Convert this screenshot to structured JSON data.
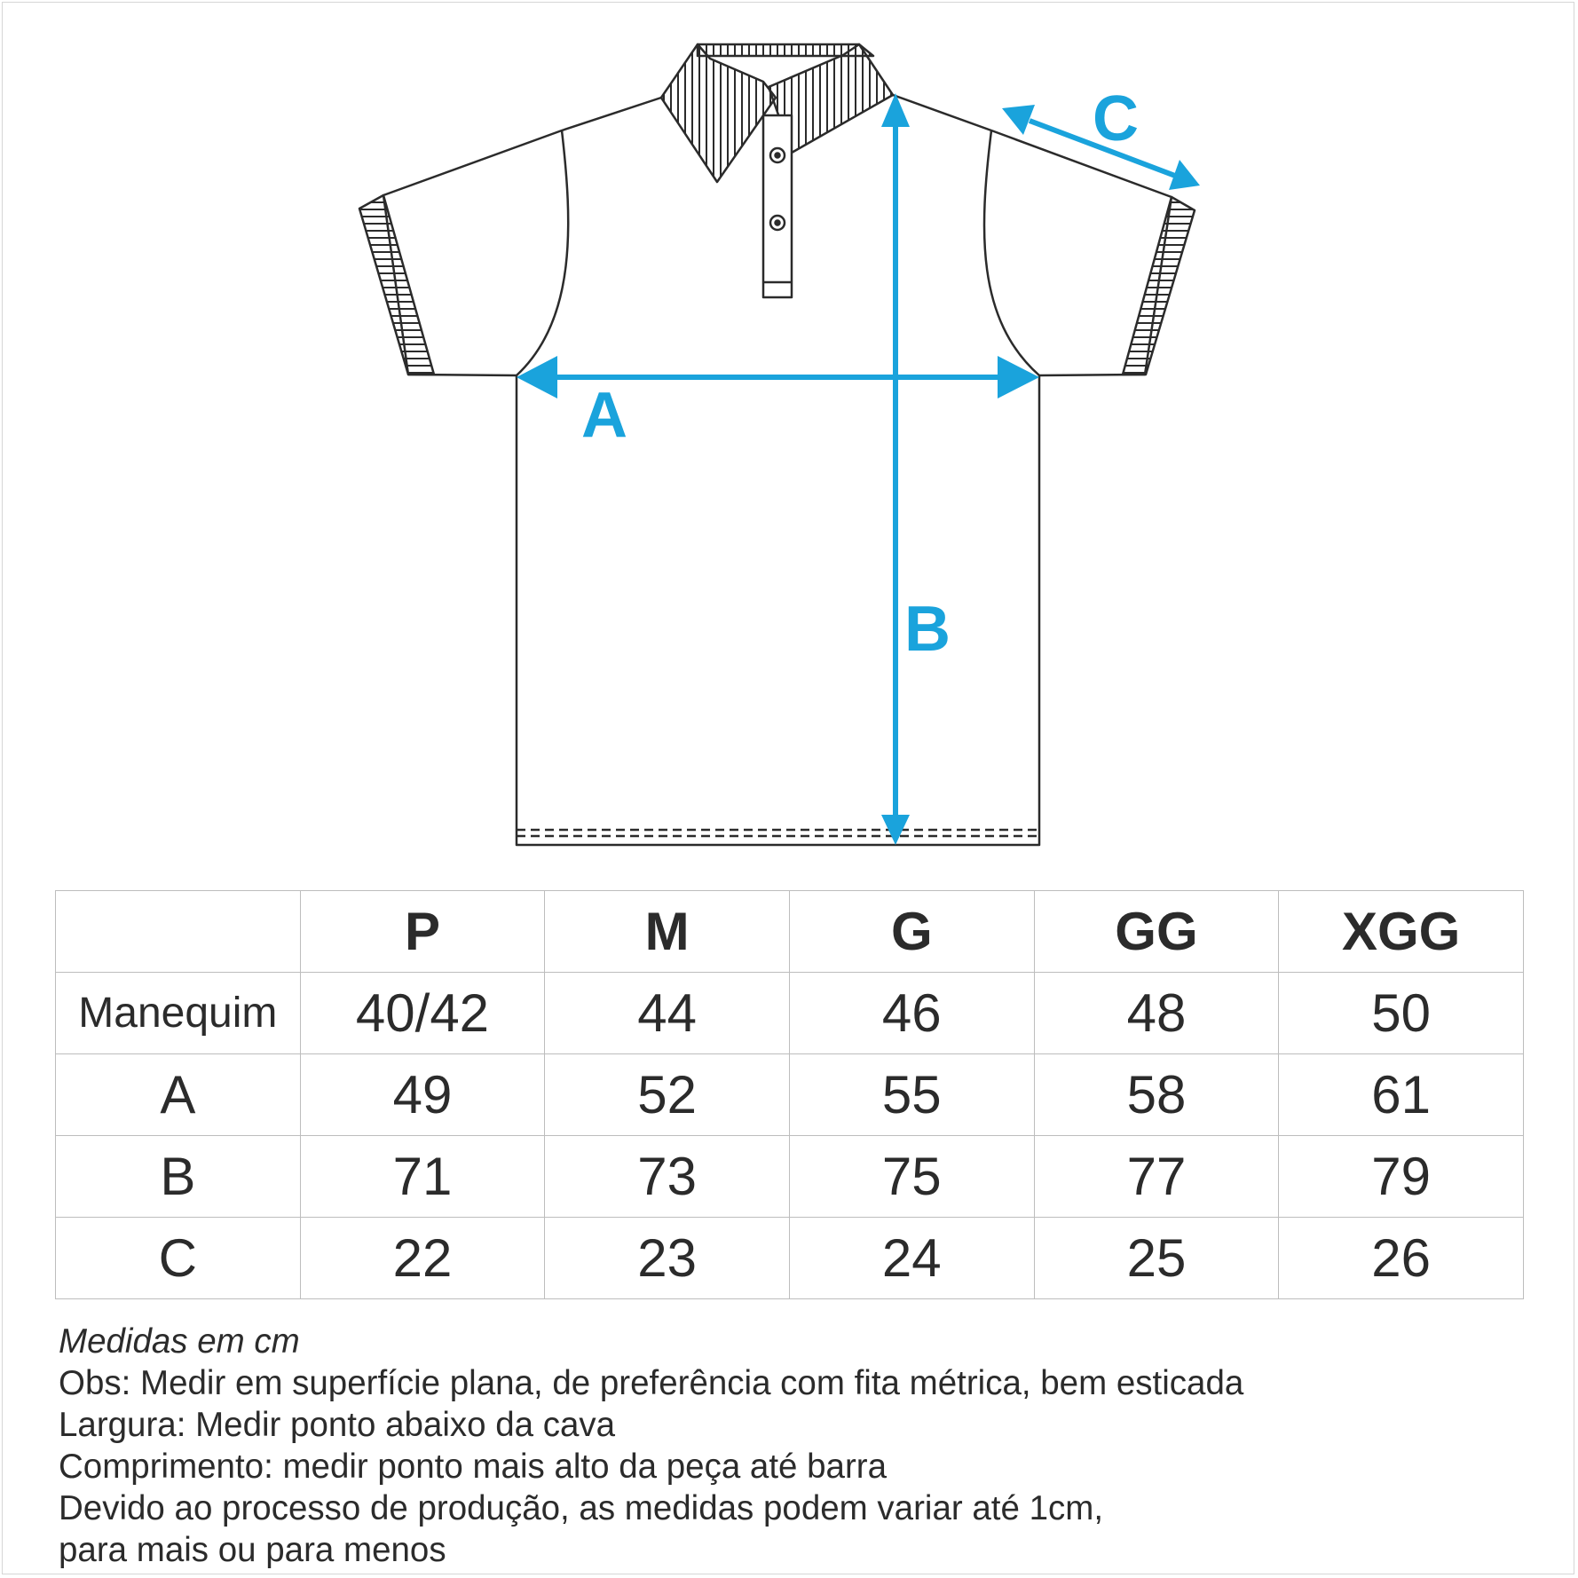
{
  "diagram": {
    "labels": {
      "a": "A",
      "b": "B",
      "c": "C"
    },
    "colors": {
      "arrow": "#1aa3dc",
      "outline": "#2b2b2b",
      "grid": "#bdbdbd"
    },
    "icons": [
      "polo-shirt-icon",
      "double-arrow-icon"
    ]
  },
  "table": {
    "headers": [
      "",
      "P",
      "M",
      "G",
      "GG",
      "XGG"
    ],
    "rows": [
      {
        "label": "Manequim",
        "values": [
          "40/42",
          "44",
          "46",
          "48",
          "50"
        ]
      },
      {
        "label": "A",
        "values": [
          "49",
          "52",
          "55",
          "58",
          "61"
        ]
      },
      {
        "label": "B",
        "values": [
          "71",
          "73",
          "75",
          "77",
          "79"
        ]
      },
      {
        "label": "C",
        "values": [
          "22",
          "23",
          "24",
          "25",
          "26"
        ]
      }
    ]
  },
  "notes": {
    "unit": "Medidas em cm",
    "lines": [
      "Obs: Medir em superfície plana, de preferência com fita métrica, bem esticada",
      "Largura: Medir ponto abaixo da cava",
      "Comprimento: medir ponto mais alto da peça até barra",
      "Devido ao processo de produção, as medidas podem variar até 1cm,",
      "para mais ou para menos"
    ]
  }
}
